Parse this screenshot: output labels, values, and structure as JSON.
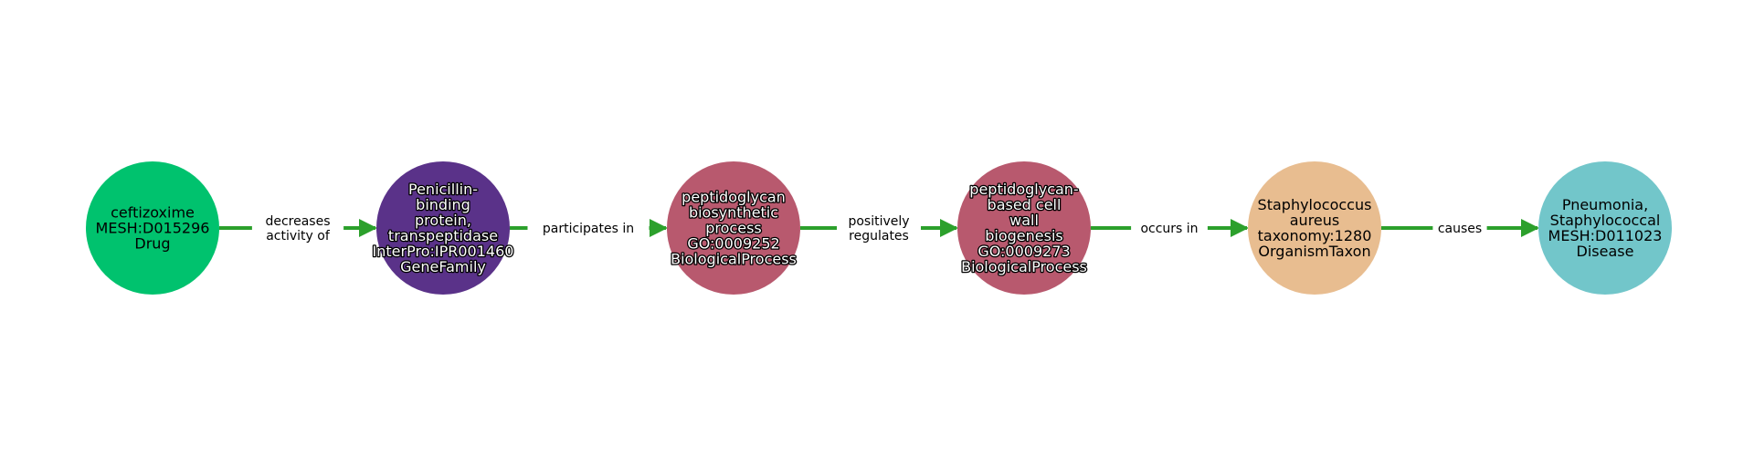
{
  "colors": {
    "edge": "#2ca02c",
    "drug": "#00c26e",
    "gene_family": "#5a3289",
    "biological_process": "#b8596e",
    "organism_taxon": "#e8bd90",
    "disease": "#72c6ca"
  },
  "nodes": [
    {
      "id": "n1",
      "lines": [
        "ceftizoxime",
        "MESH:D015296",
        "Drug"
      ],
      "color_key": "drug",
      "text_style": "dark"
    },
    {
      "id": "n2",
      "lines": [
        "Penicillin-",
        "binding",
        "protein,",
        "transpeptidase",
        "InterPro:IPR001460",
        "GeneFamily"
      ],
      "color_key": "gene_family",
      "text_style": "light"
    },
    {
      "id": "n3",
      "lines": [
        "peptidoglycan",
        "biosynthetic",
        "process",
        "GO:0009252",
        "BiologicalProcess"
      ],
      "color_key": "biological_process",
      "text_style": "light"
    },
    {
      "id": "n4",
      "lines": [
        "peptidoglycan-",
        "based cell",
        "wall",
        "biogenesis",
        "GO:0009273",
        "BiologicalProcess"
      ],
      "color_key": "biological_process",
      "text_style": "light"
    },
    {
      "id": "n5",
      "lines": [
        "Staphylococcus",
        "aureus",
        "taxonomy:1280",
        "OrganismTaxon"
      ],
      "color_key": "organism_taxon",
      "text_style": "dark"
    },
    {
      "id": "n6",
      "lines": [
        "Pneumonia,",
        "Staphylococcal",
        "MESH:D011023",
        "Disease"
      ],
      "color_key": "disease",
      "text_style": "dark"
    }
  ],
  "edges": [
    {
      "from": "n1",
      "to": "n2",
      "lines": [
        "decreases",
        "activity of"
      ]
    },
    {
      "from": "n2",
      "to": "n3",
      "lines": [
        "participates in"
      ]
    },
    {
      "from": "n3",
      "to": "n4",
      "lines": [
        "positively",
        "regulates"
      ]
    },
    {
      "from": "n4",
      "to": "n5",
      "lines": [
        "occurs in"
      ]
    },
    {
      "from": "n5",
      "to": "n6",
      "lines": [
        "causes"
      ]
    }
  ]
}
